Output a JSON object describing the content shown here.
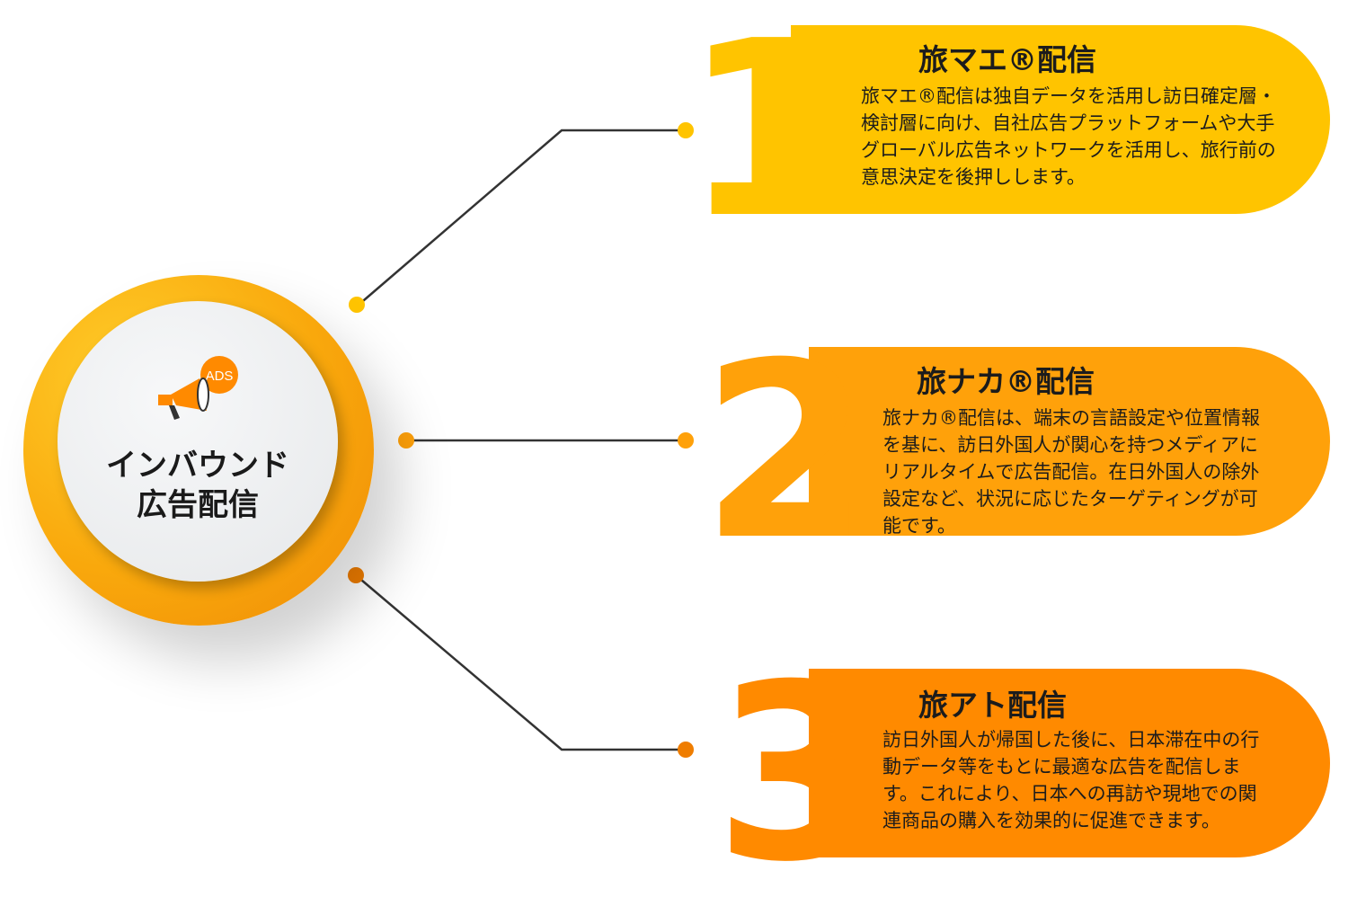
{
  "hub": {
    "title_line1": "インバウンド",
    "title_line2": "広告配信",
    "icon_badge": "ADS"
  },
  "items": [
    {
      "number": "1",
      "title": "旅マエ®配信",
      "description": "旅マエ®配信は独自データを活用し訪日確定層・検討層に向け、自社広告プラットフォームや大手グローバル広告ネットワークを活用し、旅行前の意思決定を後押しします。",
      "color": "#ffc400"
    },
    {
      "number": "2",
      "title": "旅ナカ®配信",
      "description": "旅ナカ®配信は、端末の言語設定や位置情報を基に、訪日外国人が関心を持つメディアにリアルタイムで広告配信。在日外国人の除外設定など、状況に応じたターゲティングが可能です。",
      "color": "#ffa10a"
    },
    {
      "number": "3",
      "title": "旅アト配信",
      "description": "訪日外国人が帰国した後に、日本滞在中の行動データ等をもとに最適な広告を配信します。これにより、日本への再訪や現地での関連商品の購入を効果的に促進できます。",
      "color": "#ff8a00"
    }
  ],
  "colors": {
    "line": "#333333",
    "dot_top": "#ffc400",
    "dot_mid": "#ffa10a",
    "dot_bottom": "#ef7d00"
  }
}
